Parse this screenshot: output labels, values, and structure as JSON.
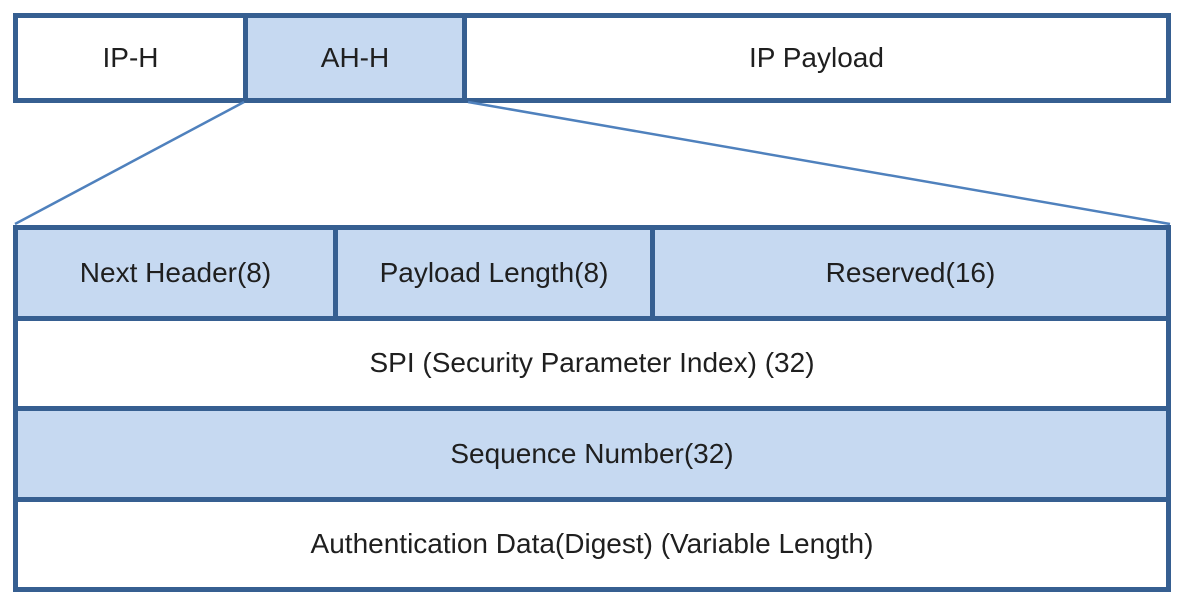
{
  "diagram": {
    "title_semantic": "IPsec Authentication Header (AH) structure",
    "packet_row": {
      "cells": [
        {
          "label": "IP-H",
          "highlighted": false
        },
        {
          "label": "AH-H",
          "highlighted": true
        },
        {
          "label": "IP Payload",
          "highlighted": false
        }
      ]
    },
    "ah_table": {
      "rows": [
        {
          "highlighted": true,
          "cells": [
            {
              "label": "Next Header(8)"
            },
            {
              "label": "Payload Length(8)"
            },
            {
              "label": "Reserved(16)"
            }
          ]
        },
        {
          "highlighted": false,
          "cells": [
            {
              "label": "SPI (Security Parameter Index) (32)"
            }
          ]
        },
        {
          "highlighted": true,
          "cells": [
            {
              "label": "Sequence Number(32)"
            }
          ]
        },
        {
          "highlighted": false,
          "cells": [
            {
              "label": "Authentication Data(Digest) (Variable Length)"
            }
          ]
        }
      ]
    }
  },
  "colors": {
    "border": "#365f91",
    "fill": "#c6d9f1",
    "connector": "#4f81bd",
    "text": "#1f1f1f",
    "background": "#ffffff"
  }
}
